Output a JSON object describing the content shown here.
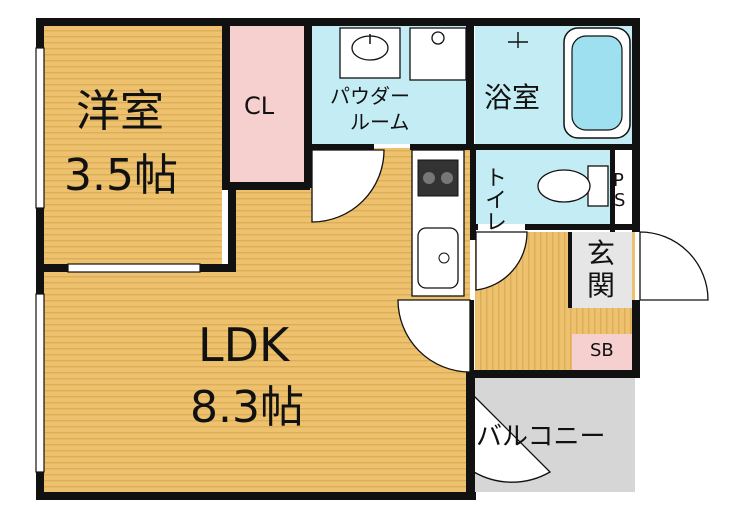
{
  "rooms": {
    "western": {
      "name": "洋室",
      "size": "3.5帖"
    },
    "closet": "CL",
    "powder": {
      "line1": "パウダー",
      "line2": "ルーム"
    },
    "bath": "浴室",
    "toilet": "トイレ",
    "ps": {
      "p": "P",
      "s": "S"
    },
    "entrance": {
      "c1": "玄",
      "c2": "関"
    },
    "shoebox": "SB",
    "ldk": {
      "name": "LDK",
      "size": "8.3帖"
    },
    "balcony": "バルコニー"
  },
  "colors": {
    "wood": "#edc16e",
    "wood_stripe": "#dcae58",
    "wet_area": "#c4ecf4",
    "closet": "#f6cfcf",
    "shoebox": "#f6cfcf",
    "balcony": "#d6d6d6",
    "wall": "#111111"
  }
}
